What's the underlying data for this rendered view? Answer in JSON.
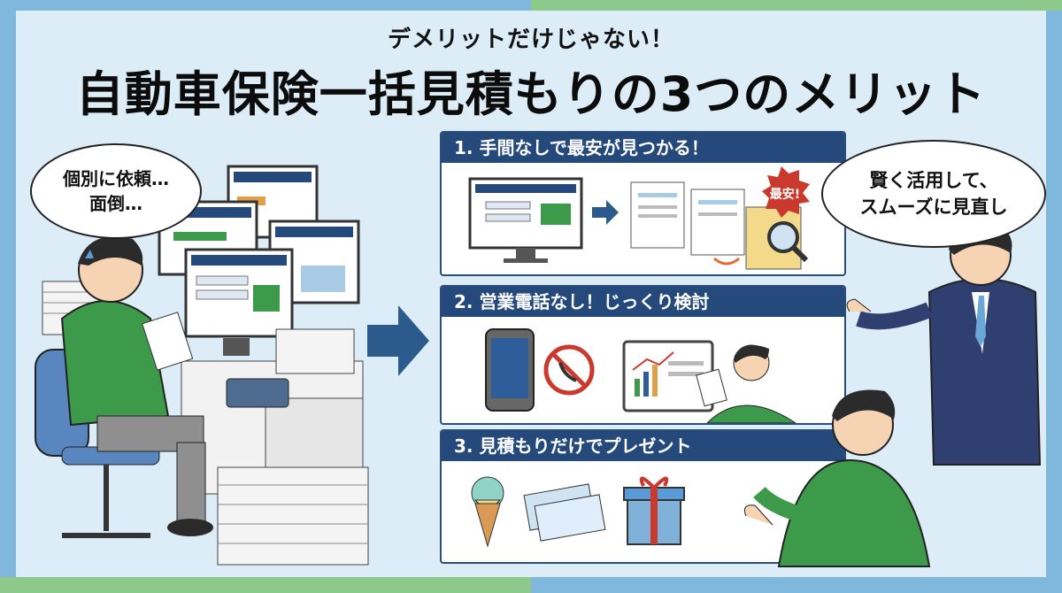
{
  "header": {
    "subtitle": "デメリットだけじゃない！",
    "title": "自動車保険一括見積もりの3つのメリット"
  },
  "left_bubble": {
    "line1": "個別に依頼…",
    "line2": "面倒…"
  },
  "right_bubble": {
    "line1": "賢く活用して、",
    "line2": "スムーズに見直し"
  },
  "panels": [
    {
      "label": "1. 手間なしで最安が見つかる！",
      "badge": "最安!"
    },
    {
      "label": "2. 営業電話なし！じっくり検討"
    },
    {
      "label": "3. 見積もりだけでプレゼント"
    }
  ],
  "colors": {
    "navy": "#25497a",
    "green": "#3d9a4a",
    "sky": "#dcedf7"
  },
  "icons": [
    "monitor-icon",
    "arrow-right-icon",
    "document-icon",
    "magnifier-icon",
    "smartphone-icon",
    "no-call-icon",
    "tablet-chart-icon",
    "ice-cream-icon",
    "gift-ticket-icon",
    "gift-box-icon"
  ]
}
